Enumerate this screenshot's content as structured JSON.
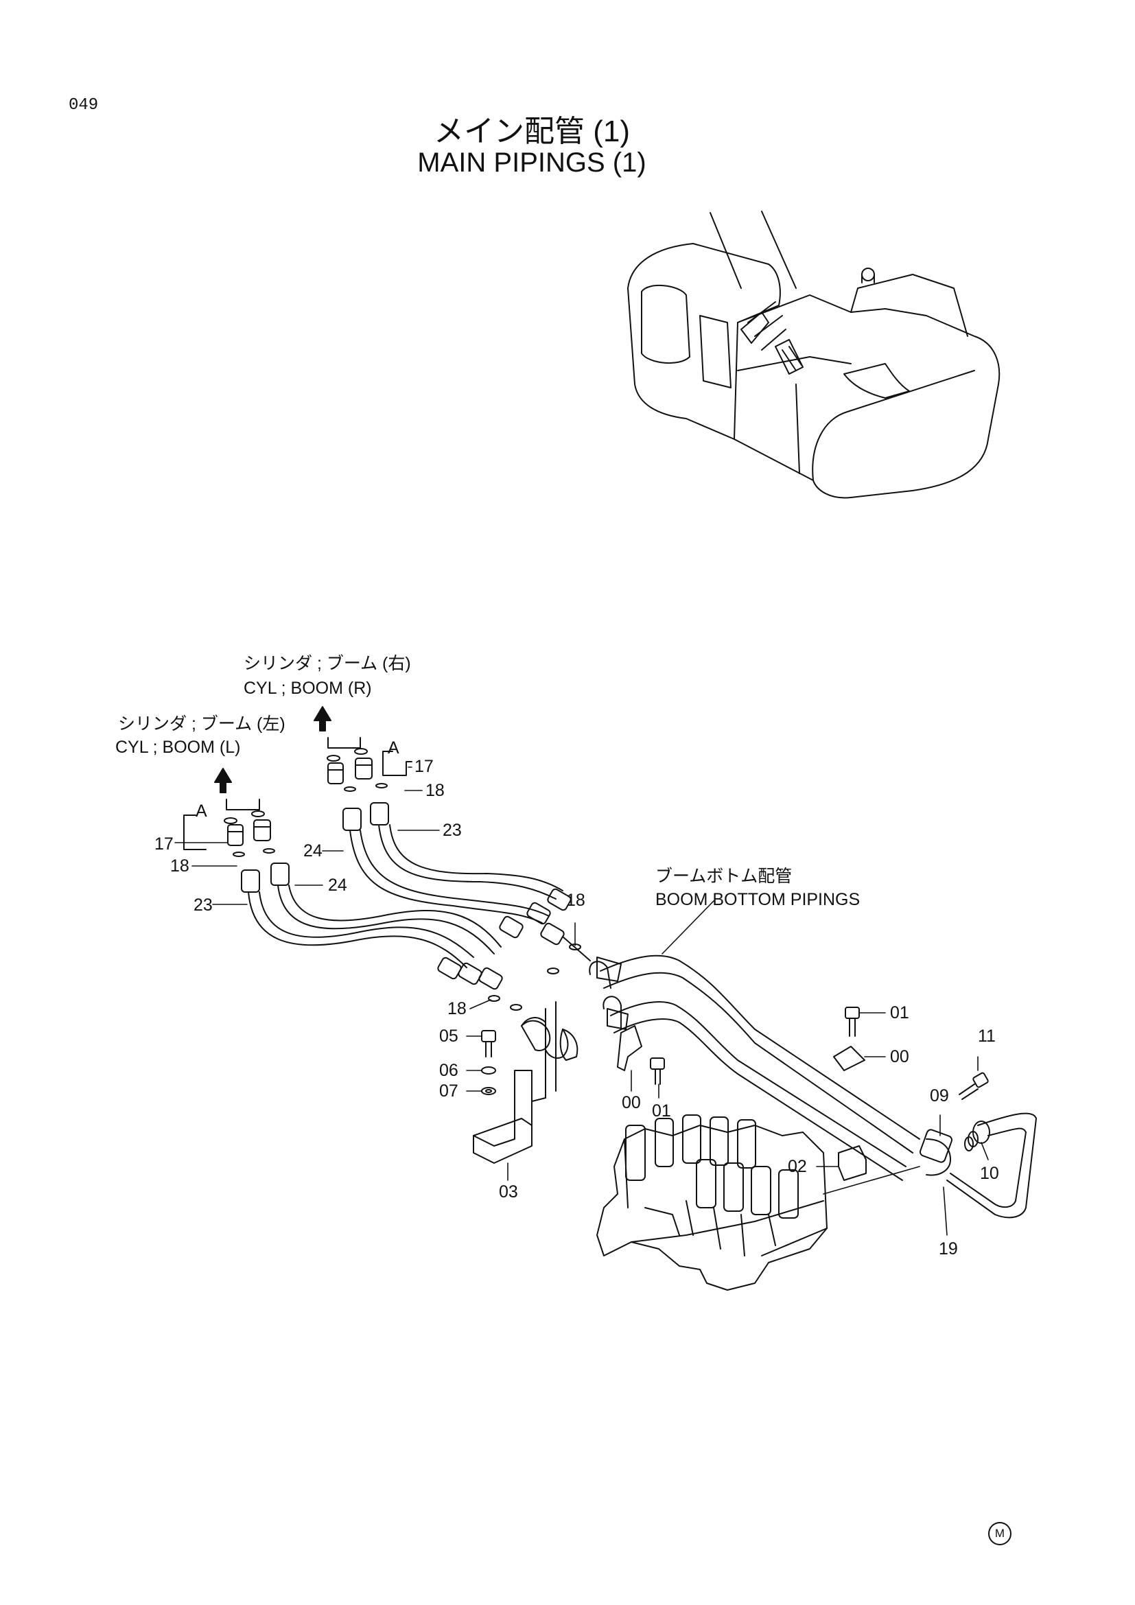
{
  "page": {
    "number": "049",
    "title_jp": "メイン配管 (1)",
    "title_en": "MAIN  PIPINGS (1)"
  },
  "labels": {
    "boom_r_jp": "シリンダ ; ブーム (右)",
    "boom_r_en": "CYL ; BOOM  (R)",
    "boom_l_jp": "シリンダ ; ブーム (左)",
    "boom_l_en": "CYL ; BOOM  (L)",
    "boom_bottom_jp": "ブームボトム配管",
    "boom_bottom_en": "BOOM  BOTTOM  PIPINGS"
  },
  "callouts": {
    "a": "A",
    "p00": "00",
    "p01": "01",
    "p02": "02",
    "p03": "03",
    "p05": "05",
    "p06": "06",
    "p07": "07",
    "p09": "09",
    "p10": "10",
    "p11": "11",
    "p17": "17",
    "p18": "18",
    "p19": "19",
    "p23": "23",
    "p24": "24"
  },
  "mark": "M"
}
